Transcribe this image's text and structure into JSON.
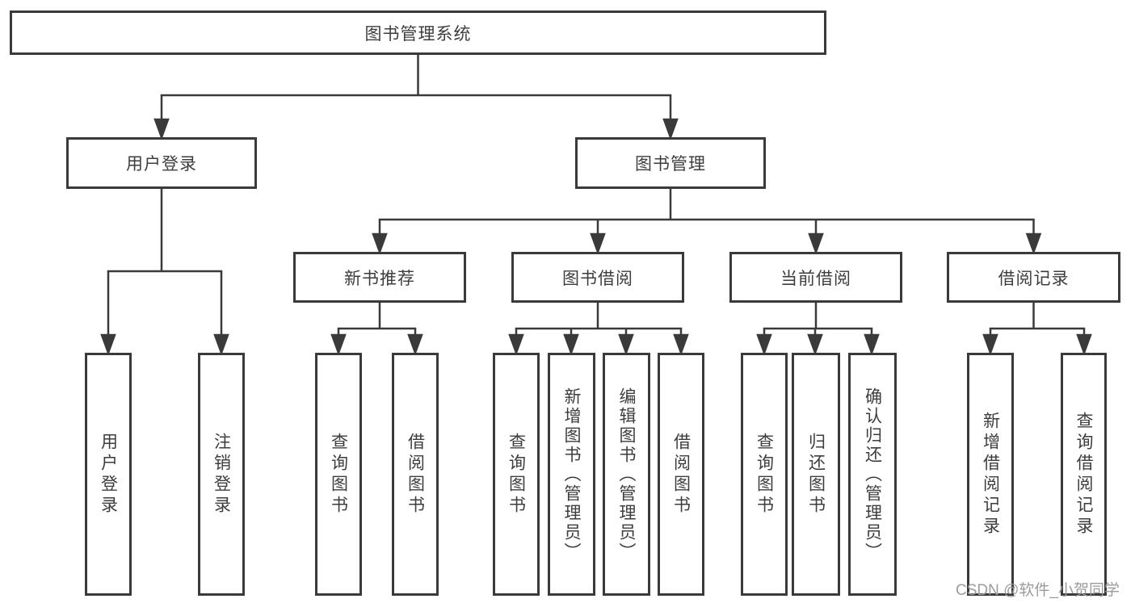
{
  "tree": {
    "label": "图书管理系统",
    "children": [
      {
        "label": "用户登录",
        "children": [
          {
            "label": "用户登录"
          },
          {
            "label": "注销登录"
          }
        ]
      },
      {
        "label": "图书管理",
        "children": [
          {
            "label": "新书推荐",
            "children": [
              {
                "label": "查询图书"
              },
              {
                "label": "借阅图书"
              }
            ]
          },
          {
            "label": "图书借阅",
            "children": [
              {
                "label": "查询图书"
              },
              {
                "label": "新增图书（管理员）"
              },
              {
                "label": "编辑图书（管理员）"
              },
              {
                "label": "借阅图书"
              }
            ]
          },
          {
            "label": "当前借阅",
            "children": [
              {
                "label": "查询图书"
              },
              {
                "label": "归还图书"
              },
              {
                "label": "确认归还（管理员）"
              }
            ]
          },
          {
            "label": "借阅记录",
            "children": [
              {
                "label": "新增借阅记录"
              },
              {
                "label": "查询借阅记录"
              }
            ]
          }
        ]
      }
    ]
  },
  "watermark": {
    "text": "CSDN @软件_小贺同学"
  },
  "colors": {
    "line": "#3a3a3a",
    "text": "#3d3d3d",
    "watermark_text": "#9b9b9b",
    "box_background": "#ffffff"
  }
}
